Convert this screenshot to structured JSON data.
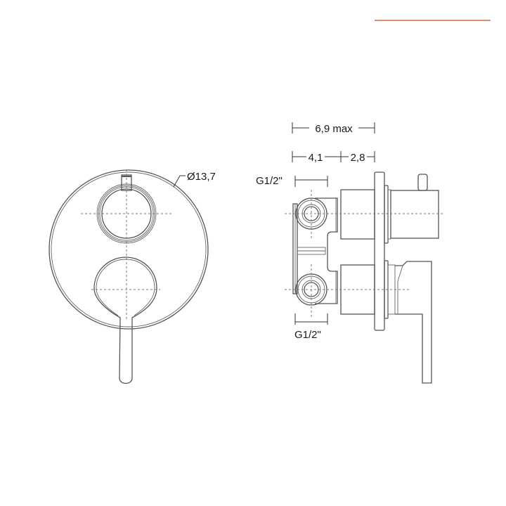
{
  "header": {
    "accent_color": "#d9906a"
  },
  "front_view": {
    "diameter_label": "Ø13,7"
  },
  "side_view": {
    "overall_depth_label": "6,9 max",
    "body_depth_label": "4,1",
    "trim_depth_label": "2,8",
    "top_connection_label": "G1/2\"",
    "bottom_connection_label": "G1/2\""
  },
  "colors": {
    "line": "#555555",
    "text": "#1a1a1a",
    "background": "#ffffff"
  }
}
